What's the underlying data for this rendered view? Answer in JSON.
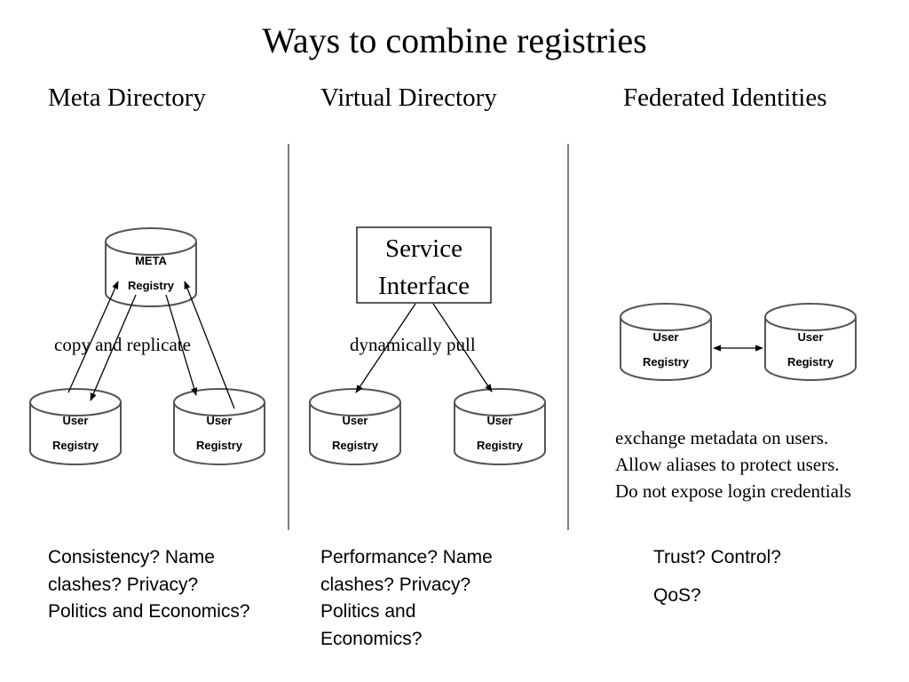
{
  "title": "Ways to combine registries",
  "columns": {
    "meta": {
      "heading": "Meta Directory",
      "hub": {
        "line1": "META",
        "line2": "Registry"
      },
      "relation": "copy and replicate",
      "registries": [
        {
          "line1": "User",
          "line2": "Registry"
        },
        {
          "line1": "User",
          "line2": "Registry"
        }
      ],
      "questions": "Consistency? Name clashes? Privacy? Politics and Economics?"
    },
    "virtual": {
      "heading": "Virtual Directory",
      "hub": {
        "line1": "Service",
        "line2": "Interface"
      },
      "relation": "dynamically pull",
      "registries": [
        {
          "line1": "User",
          "line2": "Registry"
        },
        {
          "line1": "User",
          "line2": "Registry"
        }
      ],
      "questions": "Performance? Name clashes? Privacy? Politics and Economics?"
    },
    "federated": {
      "heading": "Federated Identities",
      "registries": [
        {
          "line1": "User",
          "line2": "Registry"
        },
        {
          "line1": "User",
          "line2": "Registry"
        }
      ],
      "note": "exchange metadata on users. Allow aliases to protect users. Do not expose login credentials",
      "questions": [
        "Trust? Control?",
        "QoS?"
      ]
    }
  },
  "colors": {
    "stroke": "#555555",
    "fill": "#ffffff",
    "text": "#000000"
  }
}
